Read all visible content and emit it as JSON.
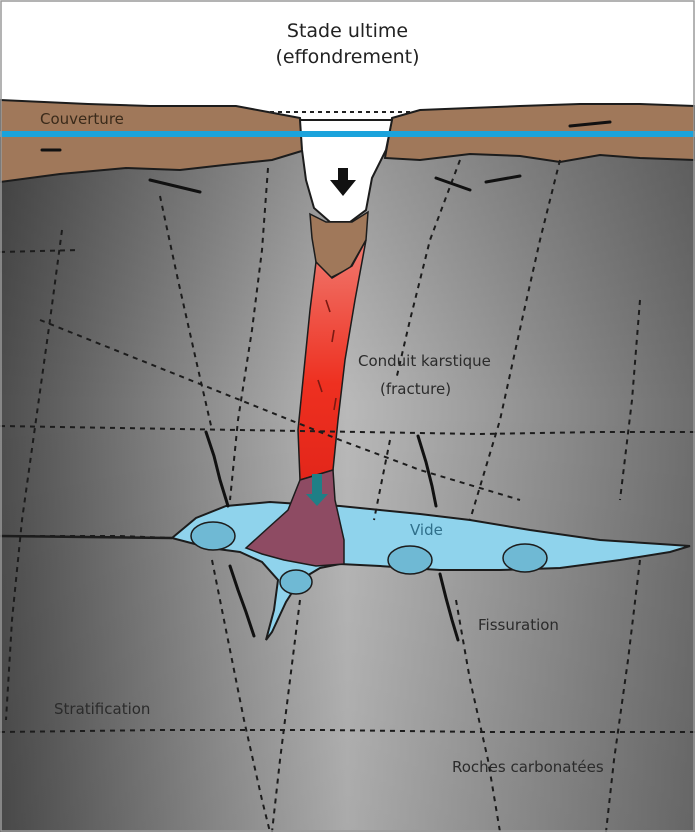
{
  "title": {
    "line1": "Stade ultime",
    "line2": "(effondrement)"
  },
  "labels": {
    "couverture": "Couverture",
    "conduit_line1": "Conduit karstique",
    "conduit_line2": "(fracture)",
    "vide": "Vide",
    "fissuration": "Fissuration",
    "stratification": "Stratification",
    "roches": "Roches carbonatées"
  },
  "colors": {
    "sky": "#ffffff",
    "cover": "#a0785a",
    "rock_dark": "#4e4e4e",
    "rock_light": "#b4b4b4",
    "conduit": "#ee3b2b",
    "void": "#8fd3ec",
    "collapse_fill": "#8e4b63",
    "water_line": "#1aa3dc"
  }
}
